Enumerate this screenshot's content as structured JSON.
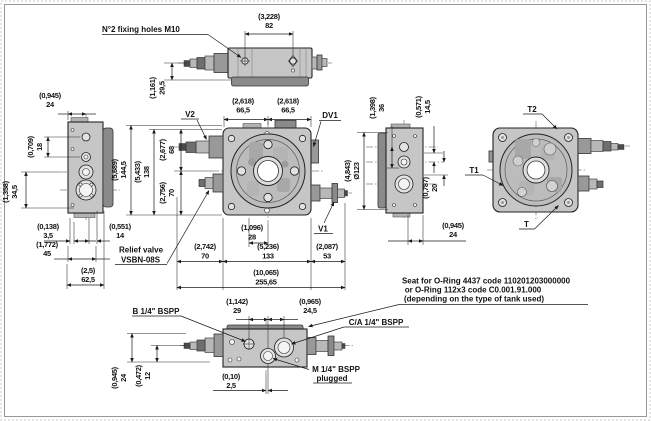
{
  "labels": {
    "fixing_holes": "N°2 fixing holes M10",
    "v2": "V2",
    "dv1": "DV1",
    "v1": "V1",
    "relief_1": "Relief valve",
    "relief_2": "VSBN-08S",
    "t2": "T2",
    "t1": "T1",
    "t": "T",
    "b_port": "B 1/4\" BSPP",
    "ca_port": "C/A 1/4\" BSPP",
    "m_port_1": "M 1/4\" BSPP",
    "m_port_2": "plugged",
    "oring_1": "Seat for O-Ring 4437 code 110201203000000",
    "oring_2": "or O-Ring 112x3 code C0.001.91.000",
    "oring_3": "(depending on the type of tank used)"
  },
  "dims": {
    "top_w": {
      "in": "(3,228)",
      "mm": "82"
    },
    "top_h": {
      "in": "(1,161)",
      "mm": "29,5"
    },
    "lv_w24": {
      "in": "(0,945)",
      "mm": "24"
    },
    "lv_h18": {
      "in": "(0,709)",
      "mm": "18"
    },
    "lv_h34": {
      "in": "(1,358)",
      "mm": "34,5"
    },
    "lv_w3": {
      "in": "(0,138)",
      "mm": "3,5"
    },
    "lv_w14": {
      "in": "(0,551)",
      "mm": "14"
    },
    "lv_w45": {
      "in": "(1,772)",
      "mm": "45"
    },
    "lv_w62": {
      "in": "(2,5)",
      "mm": "62,5"
    },
    "mv_t66a": {
      "in": "(2,618)",
      "mm": "66,5"
    },
    "mv_t66b": {
      "in": "(2,618)",
      "mm": "66,5"
    },
    "mv_h144": {
      "in": "(5,689)",
      "mm": "144,5"
    },
    "mv_h138": {
      "in": "(5,433)",
      "mm": "138"
    },
    "mv_h68": {
      "in": "(2,677)",
      "mm": "68"
    },
    "mv_h70": {
      "in": "(2,756)",
      "mm": "70"
    },
    "mv_b28": {
      "in": "(1,096)",
      "mm": "28"
    },
    "mv_b70": {
      "in": "(2,742)",
      "mm": "70"
    },
    "mv_b133": {
      "in": "(5,236)",
      "mm": "133"
    },
    "mv_b53": {
      "in": "(2,087)",
      "mm": "53"
    },
    "mv_b255": {
      "in": "(10,065)",
      "mm": "255,65"
    },
    "rv_h36": {
      "in": "(1,398)",
      "mm": "36"
    },
    "rv_h14": {
      "in": "(0,571)",
      "mm": "14,5"
    },
    "rv_d123": {
      "in": "(4,843)",
      "mm": "Ø123"
    },
    "rv_h20": {
      "in": "(0,787)",
      "mm": "20"
    },
    "rv_w24": {
      "in": "(0,945)",
      "mm": "24"
    },
    "bv_w29": {
      "in": "(1,142)",
      "mm": "29"
    },
    "bv_w24": {
      "in": "(0,965)",
      "mm": "24,5"
    },
    "bv_w2": {
      "in": "(0,10)",
      "mm": "2,5"
    },
    "bv_h24": {
      "in": "(0,945)",
      "mm": "24"
    },
    "bv_h12": {
      "in": "(0,472)",
      "mm": "12"
    }
  },
  "colors": {
    "line": "#1a1a1a",
    "body": "#c6c6c6",
    "body_dark": "#8a8a8a",
    "background": "#ffffff"
  }
}
